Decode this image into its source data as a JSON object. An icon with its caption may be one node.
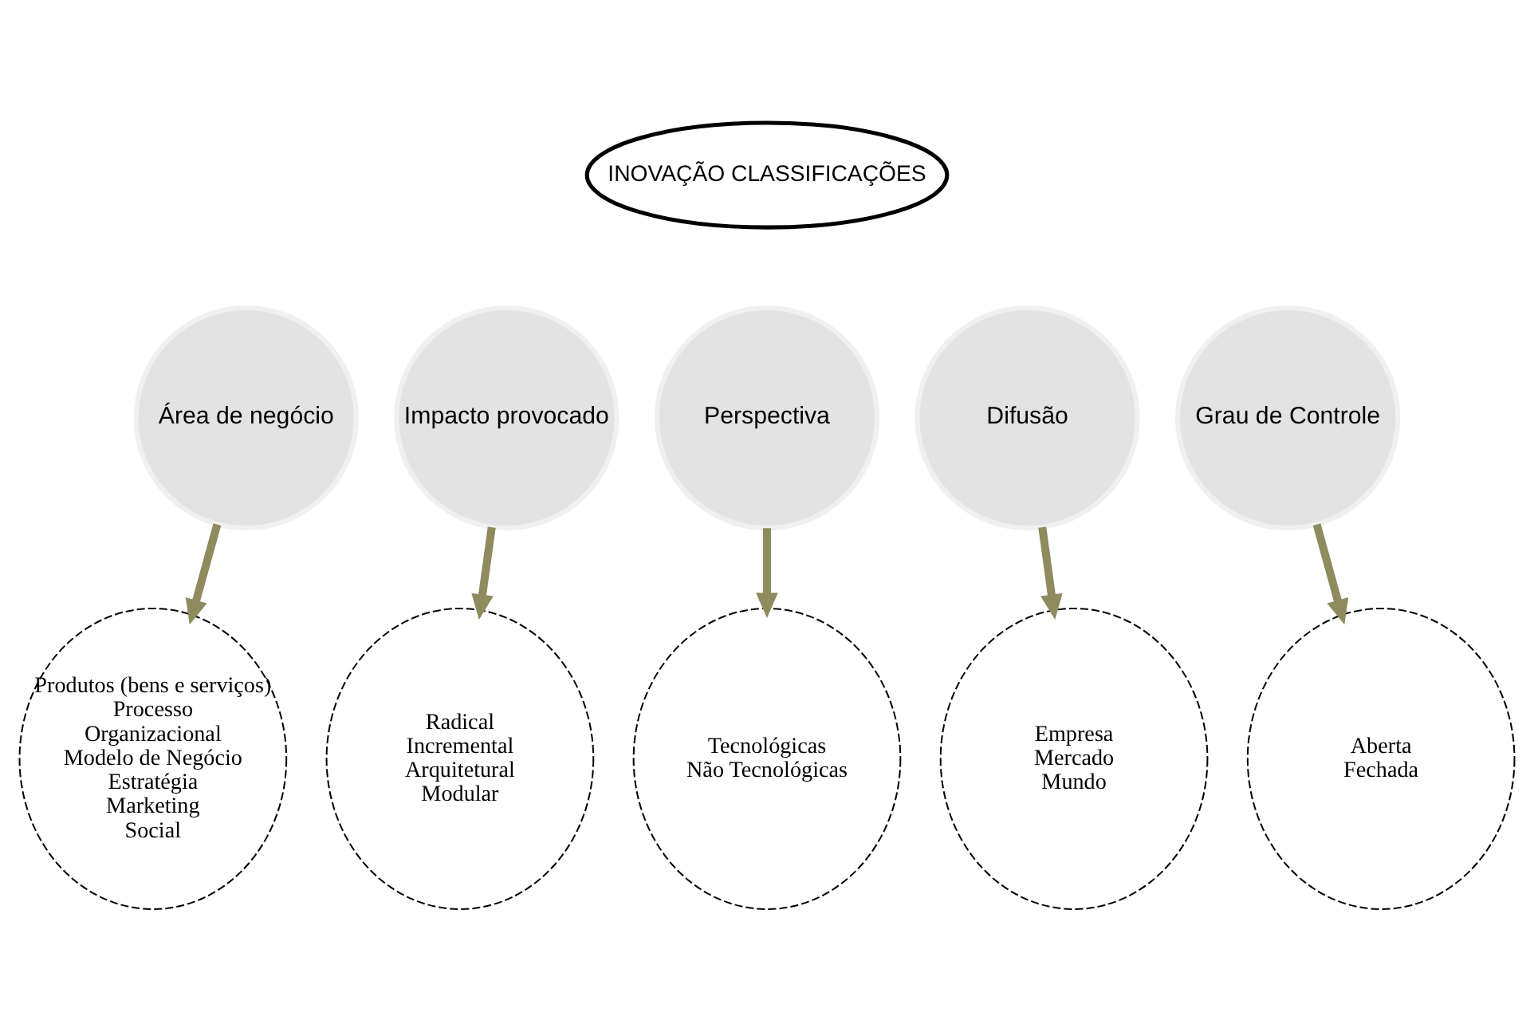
{
  "diagram": {
    "nodes": [
      {
        "text": [
          "INOVAÇÃO CLASSIFICAÇÕES"
        ]
      },
      {
        "text": [
          "Área de negócio"
        ]
      },
      {
        "text": [
          "Impacto provocado"
        ]
      },
      {
        "text": [
          "Perspectiva"
        ]
      },
      {
        "text": [
          "Difusão"
        ]
      },
      {
        "text": [
          "Grau de Controle"
        ]
      },
      {
        "text": [
          "Produtos (bens e serviços)",
          "Processo",
          "Organizacional",
          "Modelo de Negócio",
          "Estratégia",
          "Marketing",
          "Social"
        ]
      },
      {
        "text": [
          "Radical",
          "Incremental",
          "Arquitetural",
          "Modular"
        ]
      },
      {
        "text": [
          "Tecnológicas",
          "Não Tecnológicas"
        ]
      },
      {
        "text": [
          "Empresa",
          "Mercado",
          "Mundo"
        ]
      },
      {
        "text": [
          "Aberta",
          "Fechada"
        ]
      }
    ],
    "edges": [
      {
        "from": 1,
        "to": 6,
        "arrow": "to"
      },
      {
        "from": 2,
        "to": 7,
        "arrow": "to"
      },
      {
        "from": 3,
        "to": 8,
        "arrow": "to"
      },
      {
        "from": 4,
        "to": 9,
        "arrow": "to"
      },
      {
        "from": 5,
        "to": 10,
        "arrow": "to"
      }
    ]
  }
}
